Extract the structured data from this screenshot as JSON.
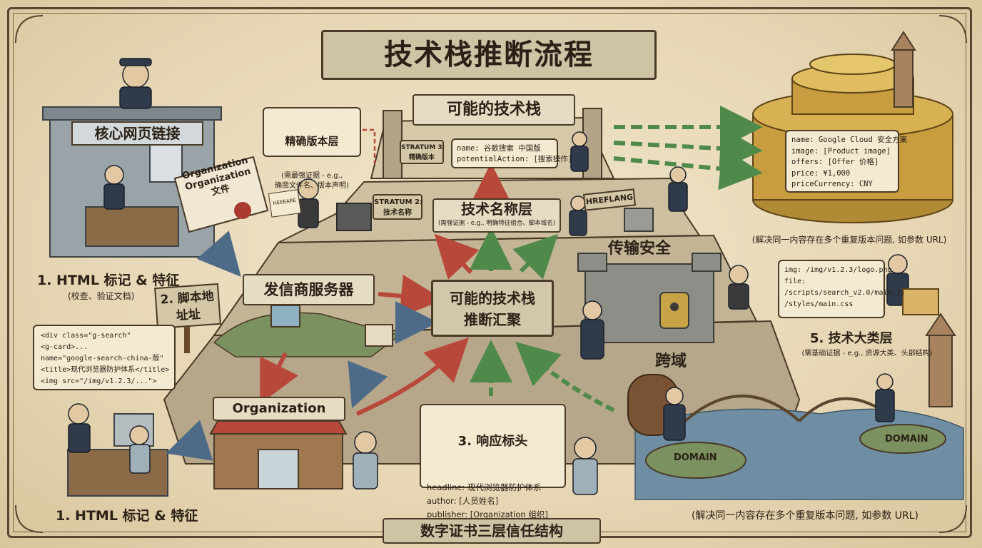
{
  "title": "技术栈推断流程",
  "footer": "数字证书三层信任结构",
  "top_left": {
    "building_sign": "核心网页链接",
    "envelope_label": "Organization\nOrganization\n文件",
    "html_label": "1. HTML 标记 & 特征",
    "html_sub": "(校查、验证文档)"
  },
  "precise_layer": {
    "title": "精确版本层",
    "sub": "(需最强证据 - e.g.,\n确凿文件名、版本声明)"
  },
  "summit": {
    "banner": "可能的技术栈",
    "stratum3_tag": "STRATUM 3:\n精确版本",
    "tablet_text": "name: 谷歌搜索 中国版\npotentialAction: [搜索操作]"
  },
  "tech_name_layer": {
    "stratum2_tag": "STRATUM 2:\n技术名称",
    "title": "技术名称层",
    "sub": "(需强证据 - e.g., 明确特征组合、脚本域名)",
    "hreflang": "HREFLANG",
    "paper_tag": "HEEEARE"
  },
  "center": {
    "text": "可能的技术栈\n推断汇聚"
  },
  "sender": {
    "title": "发信商服务器"
  },
  "script_sign": "2. 脚本地\n址址",
  "code_left": "<div class=\"g-search\"\n<g-card>...\nname=\"google-search-china-版\"\n<title>现代浏览器防护体系</title>\n<img src=\"/img/v1.2.3/...\">",
  "bottom_left_label": "1. HTML 标记 & 特征",
  "organization": "Organization",
  "response_header": {
    "title": "3. 响应标头",
    "text": "headline: 现代浏览器防护体系\nauthor: [人员姓名]\npublisher: [Organization 组织]"
  },
  "transport": "传输安全",
  "cross_domain": "跨域",
  "domain_labels": [
    "DOMAIN",
    "DOMAIN"
  ],
  "vault": {
    "text": "name: Google Cloud 安全方案\nimage: [Product image]\noffers: [Offer 价格]\nprice: ¥1,000\npriceCurrency: CNY",
    "caption": "(解决同一内容存在多个重复版本问题, 如参数 URL)"
  },
  "assets": {
    "text": "img: /img/v1.2.3/logo.png\nfile:\n/scripts/search_v2.0/main.js\n/styles/main.css"
  },
  "category_layer": {
    "title": "5. 技术大类层",
    "sub": "(需基础证据 - e.g., 资源大类、头部结构)"
  },
  "bottom_right_caption": "(解决同一内容存在多个重复版本问题, 如参数 URL)",
  "colors": {
    "red": "#b8483a",
    "green": "#4f8a4a",
    "blue": "#4d6a86",
    "ink": "#2b2116",
    "parchment": "#f4ead2"
  }
}
